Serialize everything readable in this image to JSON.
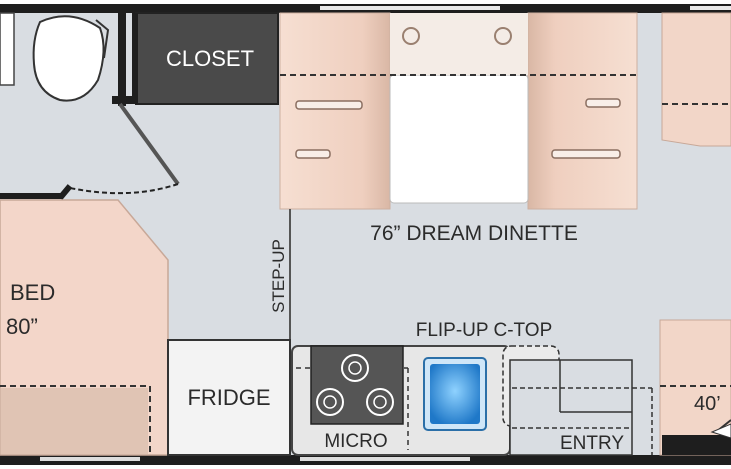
{
  "labels": {
    "closet": "CLOSET",
    "dinette": "76” DREAM DINETTE",
    "step_up": "STEP-UP",
    "bed_line1": "BED",
    "bed_line2": "80”",
    "flip_up": "FLIP-UP C-TOP",
    "fridge": "FRIDGE",
    "micro": "MICRO",
    "entry": "ENTRY",
    "cab_dim": "40’"
  },
  "colors": {
    "floor": "#d9dde2",
    "bench": "#f2d6c8",
    "bed": "#f3d6c9",
    "closet": "#4a4a4a",
    "appliance": "#f3f3f3",
    "sink": "#2e8fd8",
    "wall": "#1e1e1e"
  }
}
